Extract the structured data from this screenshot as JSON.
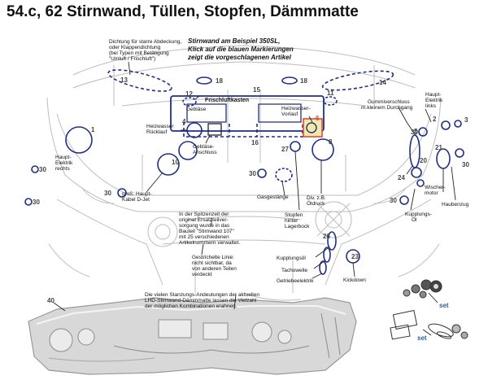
{
  "title": "54.c, 62 Stirnwand, Tüllen, Stopfen, Dämmmatte",
  "header_note": {
    "line1": "Stirnwand am Beispiel 350SL,",
    "line2": "Klick auf die blauen Markierungen",
    "line3": "zeigt die vorgeschlagenen Artikel"
  },
  "notes": {
    "dichtung_1": "Dichtung für starre Abdeckung,",
    "dichtung_2": "oder Klappendichtung",
    "dichtung_3": "(bei Typen mit Betätigung",
    "dichtung_4": "\"Umluft / Frischluft\")",
    "spitze_1": "In der Spitzenzeit der",
    "spitze_2": "original Ersatzteilver-",
    "spitze_3": "sorgung wurde in das",
    "spitze_4": "Bauteil \"Stirnwand 107\"",
    "spitze_5": "mit 25 verschiedenen",
    "spitze_6": "Artikelnummern verwaltet.",
    "gestr_1": "Gestrichelte Linie:",
    "gestr_2": "nicht sichtbar, da",
    "gestr_3": "von anderen Teilen",
    "gestr_4": "verdeckt",
    "stanz_1": "Die vielen Stanzungs-Andeutungen der aktuellen",
    "stanz_2": "LHD-Stirnwand-Dämmmatte lassen die Vielzahl",
    "stanz_3": "der möglichen Kombinationen erahnen."
  },
  "labels": {
    "frischluft": "Frischluftkasten",
    "geblaese": "Gebläse",
    "heizw_vorlauf_1": "Heizwasser-",
    "heizw_vorlauf_2": "Vorlauf",
    "heizw_ruecklauf_1": "Heizwasser",
    "heizw_ruecklauf_2": "Rücklauf",
    "geblaese_anschl_1": "Gebläse-",
    "geblaese_anschl_2": "Anschluss",
    "gummi_1": "Gummiverschluss",
    "gummi_2": "m.kleinem Durchgang",
    "haupt_links_1": "Haupt-",
    "haupt_links_2": "Elektrik",
    "haupt_links_3": "links",
    "haupt_rechts_1": "Haupt-",
    "haupt_rechts_2": "Elektrik",
    "haupt_rechts_3": "rechts",
    "gross_haupt_1": "groß: Haupt-",
    "gross_haupt_2": "Kabel D-Jet",
    "gasgestaenge": "Gasgestänge",
    "div_1": "Div. z.B.",
    "div_2": "Öldruck",
    "stopfen_1": "Stopfen",
    "stopfen_2": "hinter",
    "stopfen_3": "Lagerbock",
    "wischer_1": "Wischer-",
    "wischer_2": "motor",
    "haubenzug": "Haubenzug",
    "kupplungsoel_r_1": "Kupplungs-",
    "kupplungsoel_r_2": "Öl",
    "kupplungsoel": "Kupplungsöl",
    "tachowelle": "Tachowelle",
    "getriebe": "Getriebeelektrik",
    "kickdown": "Kickdown",
    "set": "set"
  },
  "numbers": {
    "n1": "1",
    "n2": "2",
    "n3": "3",
    "n4": "4",
    "n5": "5",
    "n6": "6",
    "n8": "8",
    "n10": "10",
    "n11": "11",
    "n12": "12",
    "n13": "13",
    "n14": "14",
    "n15": "15",
    "n16": "16",
    "n18": "18",
    "n20": "20",
    "n21": "21",
    "n23": "23",
    "n24": "24",
    "n26": "26",
    "n27": "27",
    "n30": "30",
    "n40": "40"
  },
  "colors": {
    "marker_blue": "#1f2f88",
    "highlight_red": "#e04a3a",
    "highlight_fill": "#f3e9a8",
    "drawing_grey": "#b9b9b9"
  }
}
